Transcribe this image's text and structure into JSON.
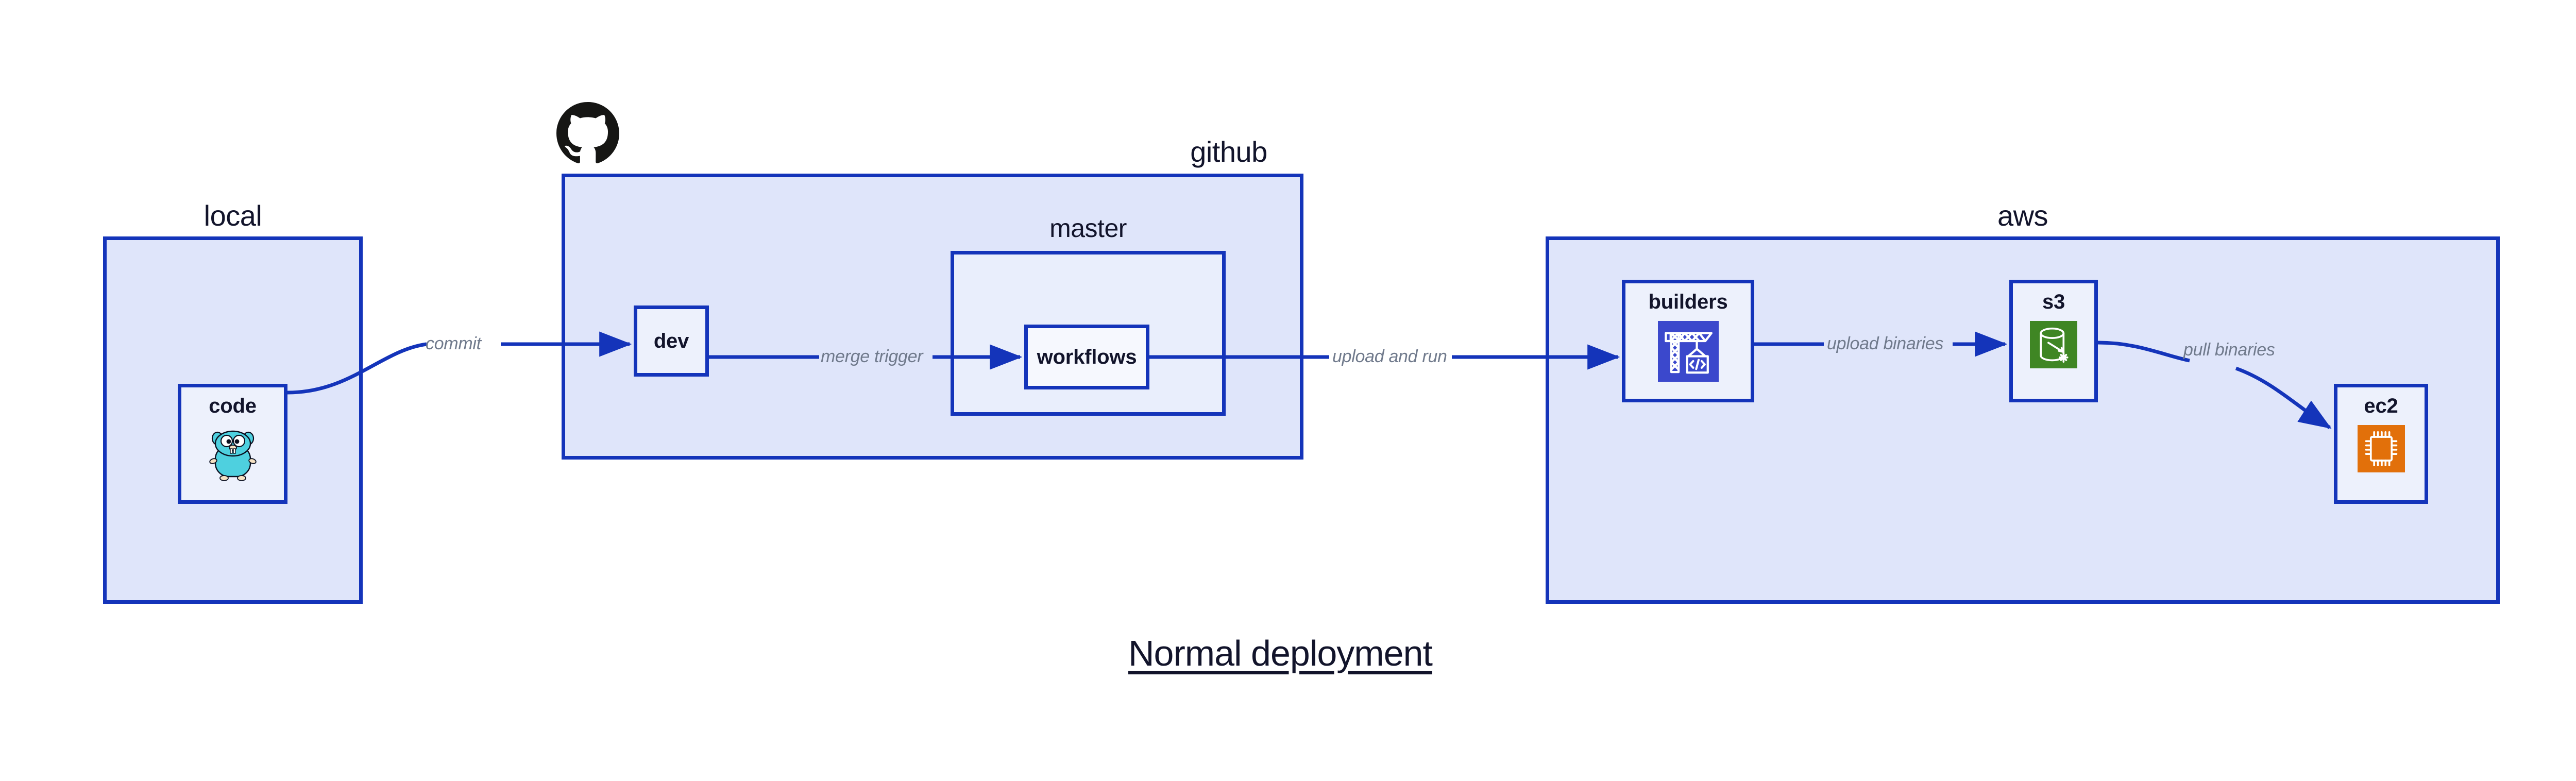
{
  "title": "Normal deployment",
  "colors": {
    "border": "#1434ba",
    "group_fill": "#dfe5fa",
    "node_fill": "#edf1fc",
    "subgroup_fill": "#e9eefc",
    "edge_label": "#707a8c",
    "text": "#12142b",
    "codebuild_purple": "#3b48cc",
    "s3_green": "#3f8624",
    "ec2_orange": "#e2700a",
    "go_cyan": "#4ed0df",
    "github_black": "#161614"
  },
  "groups": [
    {
      "id": "local",
      "label": "local"
    },
    {
      "id": "github",
      "label": "github"
    },
    {
      "id": "aws",
      "label": "aws"
    }
  ],
  "subgroups": [
    {
      "id": "master",
      "label": "master"
    }
  ],
  "nodes": [
    {
      "id": "code",
      "label": "code",
      "icon": "go-gopher-icon",
      "group": "local"
    },
    {
      "id": "dev",
      "label": "dev",
      "icon": null,
      "group": "github"
    },
    {
      "id": "workflows",
      "label": "workflows",
      "icon": null,
      "group": "master"
    },
    {
      "id": "builders",
      "label": "builders",
      "icon": "aws-codebuild-icon",
      "group": "aws"
    },
    {
      "id": "s3",
      "label": "s3",
      "icon": "aws-s3-icon",
      "group": "aws"
    },
    {
      "id": "ec2",
      "label": "ec2",
      "icon": "aws-ec2-icon",
      "group": "aws"
    }
  ],
  "edges": [
    {
      "id": "code-to-dev",
      "from": "code",
      "to": "dev",
      "label": "commit"
    },
    {
      "id": "dev-to-workflows",
      "from": "dev",
      "to": "workflows",
      "label": "merge trigger"
    },
    {
      "id": "workflows-to-builders",
      "from": "workflows",
      "to": "builders",
      "label": "upload and run"
    },
    {
      "id": "builders-to-s3",
      "from": "builders",
      "to": "s3",
      "label": "upload binaries"
    },
    {
      "id": "s3-to-ec2",
      "from": "s3",
      "to": "ec2",
      "label": "pull binaries"
    }
  ],
  "brand_marks": [
    {
      "id": "github-logo",
      "name": "github-octocat-icon"
    }
  ]
}
